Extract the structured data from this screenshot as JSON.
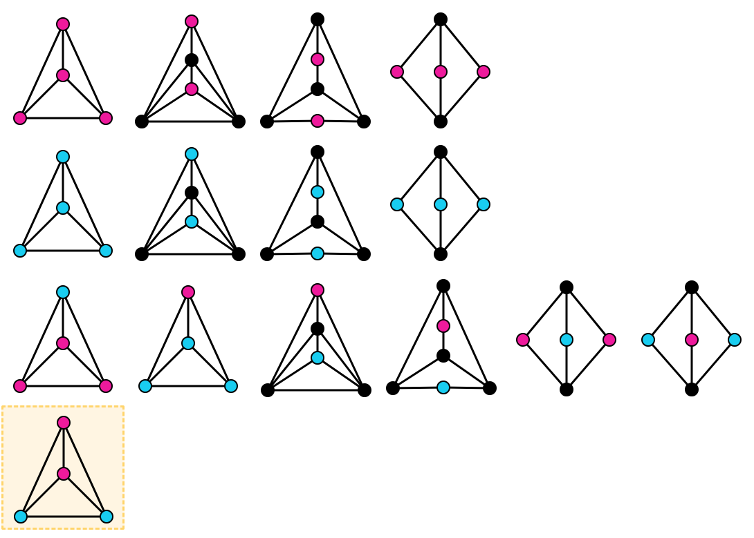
{
  "colors": {
    "magenta": "#ee1a9c",
    "cyan": "#19cdf0",
    "black": "#000000",
    "edge": "#000000",
    "highlight_border": "#ffd46b",
    "highlight_fill": "#fff5e2"
  },
  "graphs": [
    {
      "id": "r1-tetra",
      "shape": "tetra",
      "row": 1,
      "colors": {
        "top": "magenta",
        "center": "magenta",
        "bl": "magenta",
        "br": "magenta"
      }
    },
    {
      "id": "r1-tetra-sub",
      "shape": "tetra-sub",
      "row": 1,
      "colors": {
        "top": "magenta",
        "mid": "black",
        "center": "magenta",
        "bl": "black",
        "br": "black"
      }
    },
    {
      "id": "r1-tetra-sub2",
      "shape": "tetra-sub2",
      "row": 1,
      "colors": {
        "top": "black",
        "upper": "magenta",
        "center": "black",
        "bl": "black",
        "bottom": "magenta",
        "br": "black"
      }
    },
    {
      "id": "r1-diamond",
      "shape": "diamond",
      "row": 1,
      "colors": {
        "top": "black",
        "left": "magenta",
        "center": "magenta",
        "right": "magenta",
        "bottom": "black"
      }
    },
    {
      "id": "r2-tetra",
      "shape": "tetra",
      "row": 2,
      "colors": {
        "top": "cyan",
        "center": "cyan",
        "bl": "cyan",
        "br": "cyan"
      }
    },
    {
      "id": "r2-tetra-sub",
      "shape": "tetra-sub",
      "row": 2,
      "colors": {
        "top": "cyan",
        "mid": "black",
        "center": "cyan",
        "bl": "black",
        "br": "black"
      }
    },
    {
      "id": "r2-tetra-sub2",
      "shape": "tetra-sub2",
      "row": 2,
      "colors": {
        "top": "black",
        "upper": "cyan",
        "center": "black",
        "bl": "black",
        "bottom": "cyan",
        "br": "black"
      }
    },
    {
      "id": "r2-diamond",
      "shape": "diamond",
      "row": 2,
      "colors": {
        "top": "black",
        "left": "cyan",
        "center": "cyan",
        "right": "cyan",
        "bottom": "black"
      }
    },
    {
      "id": "r3-tetra-a",
      "shape": "tetra",
      "row": 3,
      "colors": {
        "top": "cyan",
        "center": "magenta",
        "bl": "magenta",
        "br": "magenta"
      }
    },
    {
      "id": "r3-tetra-b",
      "shape": "tetra",
      "row": 3,
      "colors": {
        "top": "magenta",
        "center": "cyan",
        "bl": "cyan",
        "br": "cyan"
      }
    },
    {
      "id": "r3-tetra-sub",
      "shape": "tetra-sub",
      "row": 3,
      "colors": {
        "top": "magenta",
        "mid": "black",
        "center": "cyan",
        "bl": "black",
        "br": "black"
      }
    },
    {
      "id": "r3-tetra-sub2",
      "shape": "tetra-sub2",
      "row": 3,
      "colors": {
        "top": "black",
        "upper": "magenta",
        "center": "black",
        "bl": "black",
        "bottom": "cyan",
        "br": "black"
      }
    },
    {
      "id": "r3-diamond-a",
      "shape": "diamond",
      "row": 3,
      "colors": {
        "top": "black",
        "left": "magenta",
        "center": "cyan",
        "right": "magenta",
        "bottom": "black"
      }
    },
    {
      "id": "r3-diamond-b",
      "shape": "diamond",
      "row": 3,
      "colors": {
        "top": "black",
        "left": "cyan",
        "center": "magenta",
        "right": "cyan",
        "bottom": "black"
      }
    },
    {
      "id": "r4-tetra-highlighted",
      "shape": "tetra",
      "row": 4,
      "highlighted": true,
      "colors": {
        "top": "magenta",
        "center": "magenta",
        "bl": "cyan",
        "br": "cyan"
      }
    }
  ]
}
